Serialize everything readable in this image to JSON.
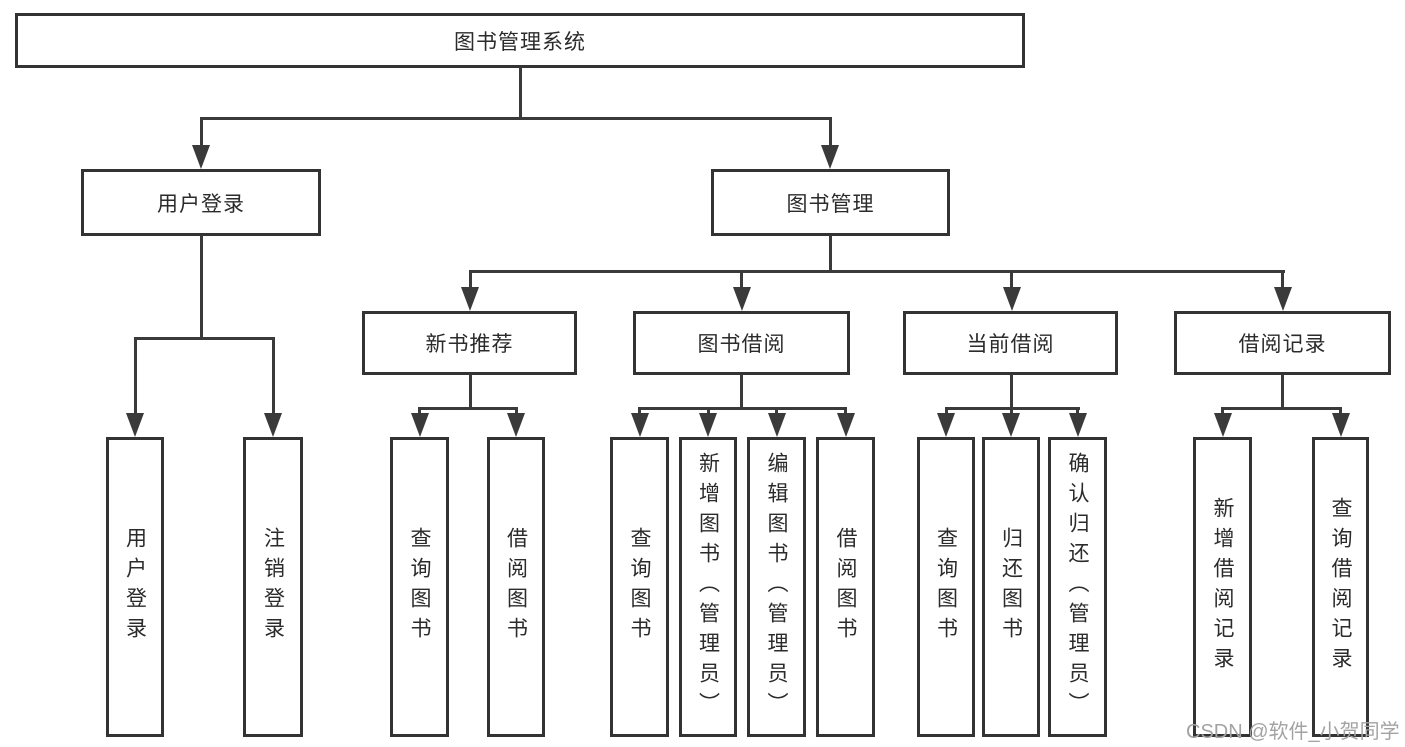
{
  "diagram": {
    "root": {
      "label": "图书管理系统"
    },
    "branches": [
      {
        "label": "用户登录",
        "children": [
          {
            "label": "用户登录"
          },
          {
            "label": "注销登录"
          }
        ]
      },
      {
        "label": "图书管理",
        "children": [
          {
            "label": "新书推荐",
            "children": [
              {
                "label": "查询图书"
              },
              {
                "label": "借阅图书"
              }
            ]
          },
          {
            "label": "图书借阅",
            "children": [
              {
                "label": "查询图书"
              },
              {
                "label": "新增图书（管理员）"
              },
              {
                "label": "编辑图书（管理员）"
              },
              {
                "label": "借阅图书"
              }
            ]
          },
          {
            "label": "当前借阅",
            "children": [
              {
                "label": "查询图书"
              },
              {
                "label": "归还图书"
              },
              {
                "label": "确认归还（管理员）"
              }
            ]
          },
          {
            "label": "借阅记录",
            "children": [
              {
                "label": "新增借阅记录"
              },
              {
                "label": "查询借阅记录"
              }
            ]
          }
        ]
      }
    ]
  },
  "watermark": {
    "text": "CSDN @软件_小贺同学"
  },
  "colors": {
    "line": "#3a3a3a",
    "box_border": "#333333",
    "text": "#2b2b2b",
    "watermark": "#a3a3a3",
    "background": "#ffffff"
  }
}
